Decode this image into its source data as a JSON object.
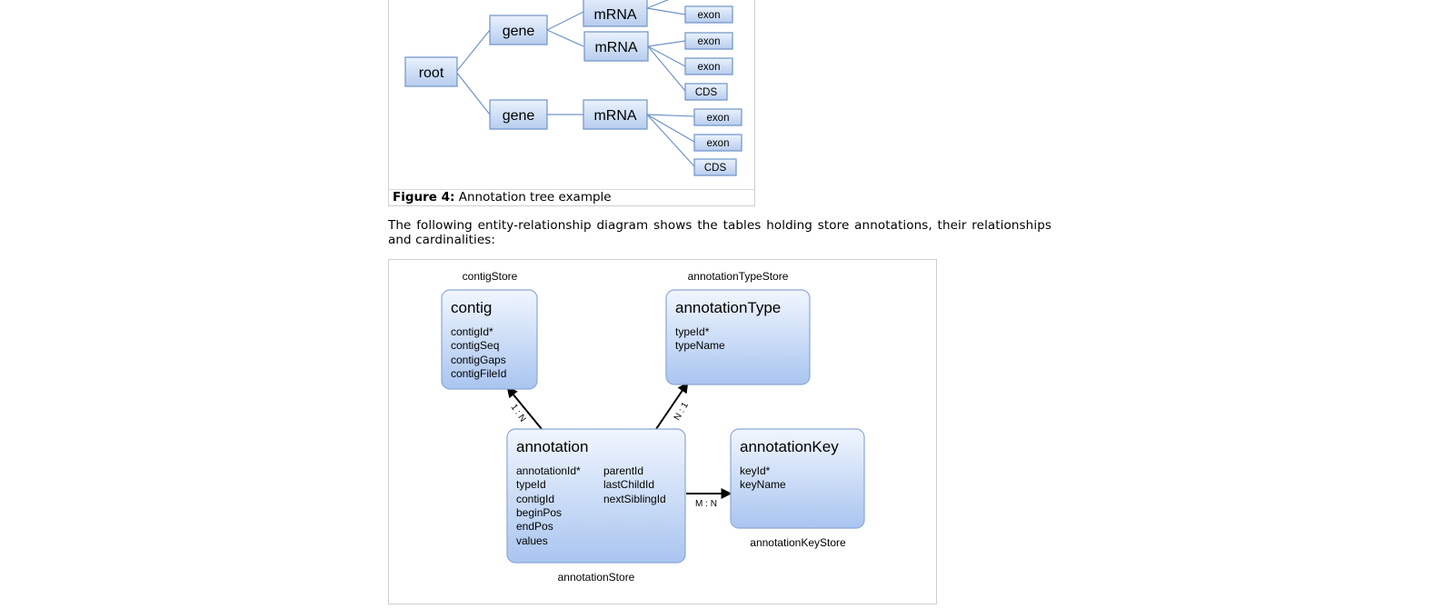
{
  "figure4": {
    "caption_label": "Figure 4:",
    "caption_text": " Annotation tree example",
    "nodes": {
      "root": "root",
      "gene1": "gene",
      "gene2": "gene",
      "mrna1": "mRNA",
      "mrna2": "mRNA",
      "mrna3": "mRNA",
      "exon_a": "exon",
      "exon_b": "exon",
      "exon_c": "exon",
      "cds_a": "CDS",
      "exon_d": "exon",
      "exon_e": "exon",
      "cds_b": "CDS"
    }
  },
  "paragraph": "The following entity-relationship diagram shows the tables holding store annotations, their relationships and cardinalities:",
  "erd": {
    "contig": {
      "store": "contigStore",
      "title": "contig",
      "fields": [
        "contigId*",
        "contigSeq",
        "contigGaps",
        "contigFileId"
      ]
    },
    "annotationType": {
      "store": "annotationTypeStore",
      "title": "annotationType",
      "fields": [
        "typeId*",
        "typeName"
      ]
    },
    "annotation": {
      "store": "annotationStore",
      "title": "annotation",
      "fields_left": [
        "annotationId*",
        "typeId",
        "contigId",
        "beginPos",
        "endPos",
        "values"
      ],
      "fields_right": [
        "parentId",
        "lastChildId",
        "nextSiblingId"
      ]
    },
    "annotationKey": {
      "store": "annotationKeyStore",
      "title": "annotationKey",
      "fields": [
        "keyId*",
        "keyName"
      ]
    },
    "relations": {
      "contig": "1 : N",
      "type": "N : 1",
      "key": "M : N"
    }
  }
}
